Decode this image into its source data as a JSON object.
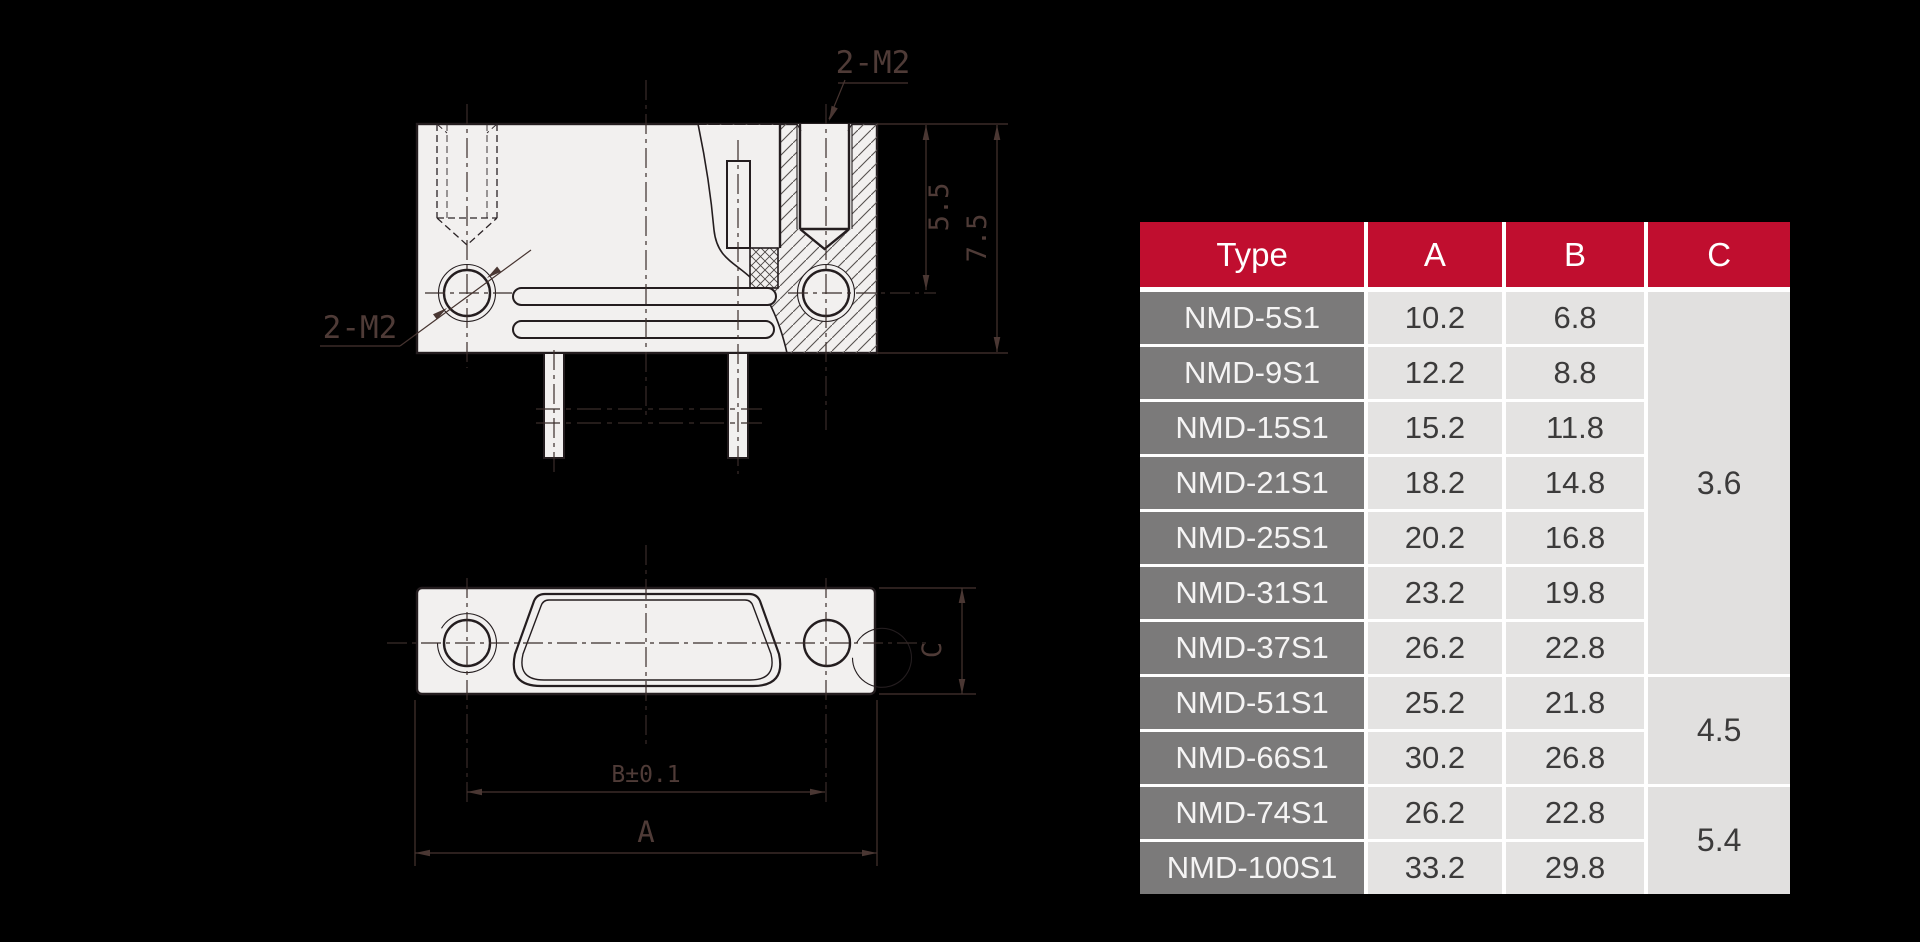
{
  "drawing": {
    "labels": {
      "thread_top": "2-M2",
      "thread_left": "2-M2",
      "dim55": "5.5",
      "dim75": "7.5",
      "b": "B±0.1",
      "a": "A",
      "c": "C"
    }
  },
  "table": {
    "headers": [
      "Type",
      "A",
      "B",
      "C"
    ],
    "rows": [
      {
        "type": "NMD-5S1",
        "a": "10.2",
        "b": "6.8"
      },
      {
        "type": "NMD-9S1",
        "a": "12.2",
        "b": "8.8"
      },
      {
        "type": "NMD-15S1",
        "a": "15.2",
        "b": "11.8"
      },
      {
        "type": "NMD-21S1",
        "a": "18.2",
        "b": "14.8"
      },
      {
        "type": "NMD-25S1",
        "a": "20.2",
        "b": "16.8"
      },
      {
        "type": "NMD-31S1",
        "a": "23.2",
        "b": "19.8"
      },
      {
        "type": "NMD-37S1",
        "a": "26.2",
        "b": "22.8"
      },
      {
        "type": "NMD-51S1",
        "a": "25.2",
        "b": "21.8"
      },
      {
        "type": "NMD-66S1",
        "a": "30.2",
        "b": "26.8"
      },
      {
        "type": "NMD-74S1",
        "a": "26.2",
        "b": "22.8"
      },
      {
        "type": "NMD-100S1",
        "a": "33.2",
        "b": "29.8"
      }
    ],
    "c_groups": [
      {
        "value": "3.6",
        "span": 7
      },
      {
        "value": "4.5",
        "span": 2
      },
      {
        "value": "5.4",
        "span": 2
      }
    ],
    "colors": {
      "header_bg": "#C00E2F",
      "type_bg": "#7B7A7A",
      "cell_bg": "#E4E3E2",
      "c_bg": "#E1E0DF"
    }
  }
}
